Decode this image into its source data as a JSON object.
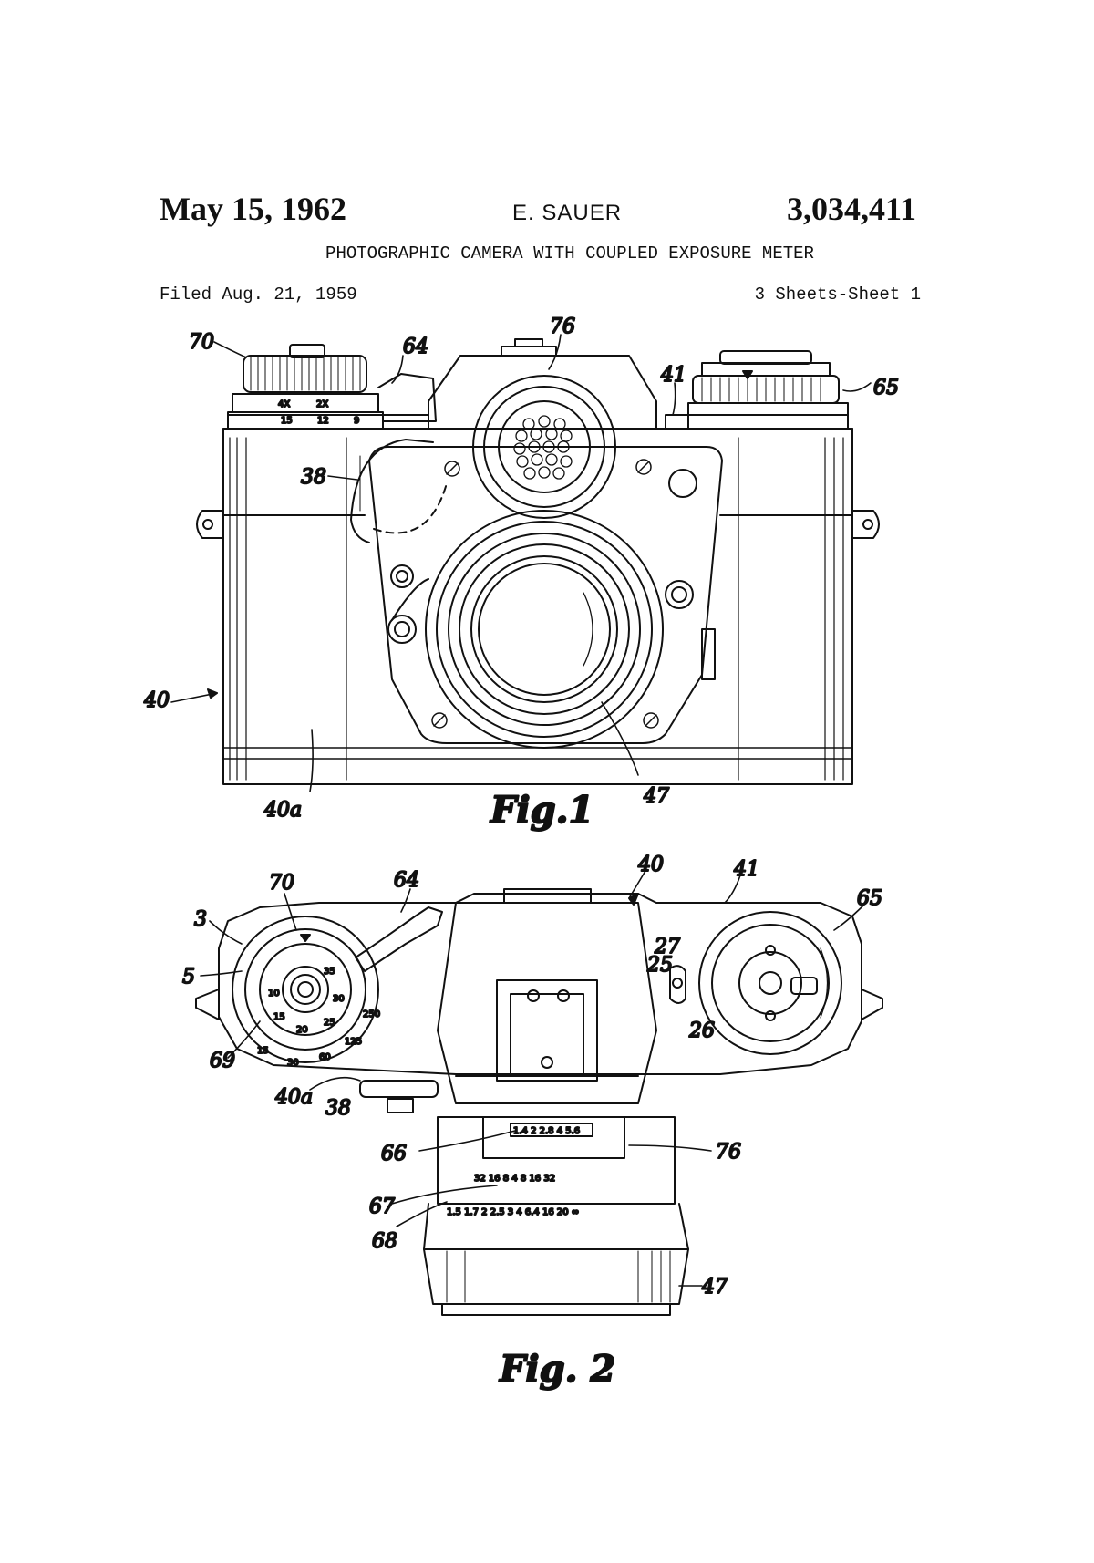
{
  "header": {
    "date": "May 15, 1962",
    "inventor": "E. SAUER",
    "patent_number": "3,034,411",
    "title": "PHOTOGRAPHIC CAMERA WITH COUPLED EXPOSURE METER",
    "filed": "Filed Aug. 21, 1959",
    "sheet": "3 Sheets-Sheet 1"
  },
  "figure1": {
    "caption": "Fig.1",
    "refs": {
      "r70": "70",
      "r64": "64",
      "r76": "76",
      "r41": "41",
      "r65": "65",
      "r38": "38",
      "r40": "40",
      "r40a": "40a",
      "r47": "47"
    },
    "dial_marks": {
      "m1": "4X",
      "m2": "2X",
      "m3": "15",
      "m4": "12",
      "m5": "9"
    }
  },
  "figure2": {
    "caption": "Fig. 2",
    "refs": {
      "r70": "70",
      "r64": "64",
      "r40": "40",
      "r41": "41",
      "r3": "3",
      "r5": "5",
      "r65": "65",
      "r27": "27",
      "r25": "25",
      "r26": "26",
      "r69": "69",
      "r40a": "40a",
      "r38": "38",
      "r66": "66",
      "r76": "76",
      "r67": "67",
      "r68": "68",
      "r47": "47"
    },
    "speed_scale": {
      "s1": "15",
      "s2": "30",
      "s3": "60",
      "s4": "125",
      "s5": "250"
    },
    "film_scale": {
      "f1": "10",
      "f2": "15",
      "f3": "20",
      "f4": "25",
      "f5": "30",
      "f6": "35"
    },
    "meter_scale": "1.4 2 2.8 4 5.6",
    "aperture_scale": "32  16  8  4  8  16  32",
    "distance_scale": "1.5 1.7 2 2.5 3 4 6.4 16 20 ∞"
  }
}
